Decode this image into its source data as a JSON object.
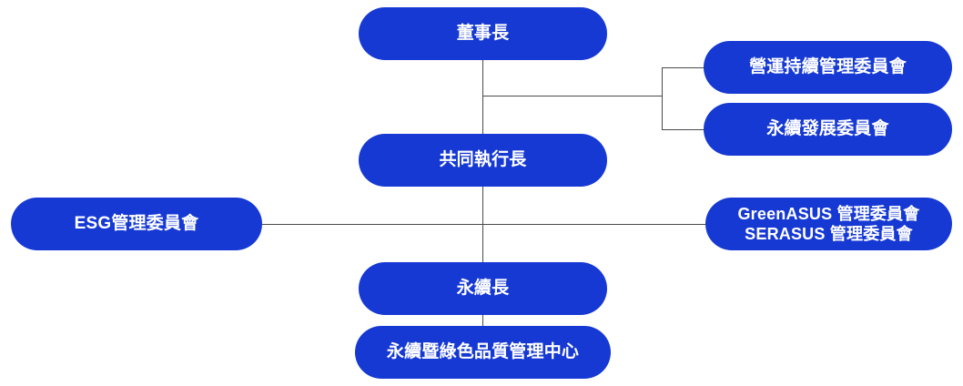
{
  "chart_data": {
    "type": "diagram",
    "title": "",
    "diagram_kind": "organization-chart",
    "colors": {
      "node_fill": "#1639d4",
      "node_text": "#ffffff",
      "connector": "#4a4a4a",
      "background": "#ffffff"
    },
    "nodes": [
      {
        "id": "chairman",
        "label": "董事長",
        "column": "center",
        "level": 1
      },
      {
        "id": "bcm",
        "label": "營運持續管理委員會",
        "column": "right",
        "level": 1
      },
      {
        "id": "sustain",
        "label": "永續發展委員會",
        "column": "right",
        "level": 1
      },
      {
        "id": "co_ceo",
        "label": "共同執行長",
        "column": "center",
        "level": 2
      },
      {
        "id": "esg",
        "label": "ESG管理委員會",
        "column": "left",
        "level": 3
      },
      {
        "id": "green",
        "label": "GreenASUS 管理委員會\nSERASUS 管理委員會",
        "column": "right",
        "level": 3
      },
      {
        "id": "cso",
        "label": "永續長",
        "column": "center",
        "level": 4
      },
      {
        "id": "center",
        "label": "永續暨綠色品質管理中心",
        "column": "center",
        "level": 5
      }
    ],
    "edges": [
      {
        "from": "chairman",
        "to": "co_ceo"
      },
      {
        "from": "chairman",
        "to": "bcm"
      },
      {
        "from": "chairman",
        "to": "sustain"
      },
      {
        "from": "co_ceo",
        "to": "cso"
      },
      {
        "from": "co_ceo",
        "to": "esg"
      },
      {
        "from": "co_ceo",
        "to": "green"
      },
      {
        "from": "cso",
        "to": "center"
      }
    ]
  },
  "nodes": {
    "chairman": {
      "label": "董事長"
    },
    "bcm": {
      "label": "營運持續管理委員會"
    },
    "sustain": {
      "label": "永續發展委員會"
    },
    "co_ceo": {
      "label": "共同執行長"
    },
    "esg": {
      "label": "ESG管理委員會"
    },
    "green": {
      "label": "GreenASUS 管理委員會\nSERASUS 管理委員會"
    },
    "cso": {
      "label": "永續長"
    },
    "center": {
      "label": "永續暨綠色品質管理中心"
    }
  }
}
